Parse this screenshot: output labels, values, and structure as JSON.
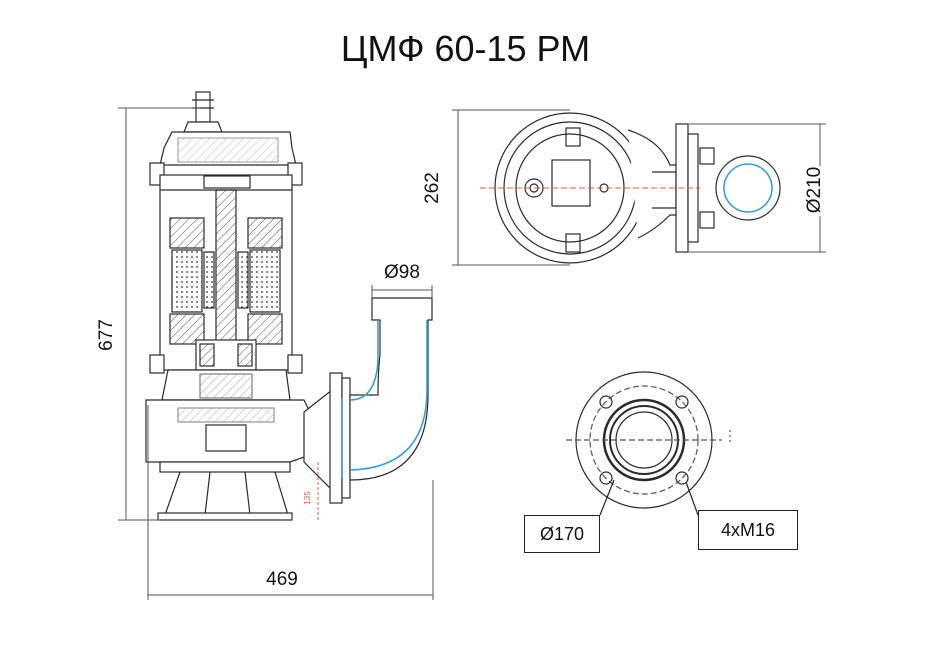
{
  "title": "ЦМФ 60-15 РМ",
  "dimensions": {
    "height": "677",
    "width": "469",
    "outlet_diameter": "Ø98",
    "top_view_depth": "262",
    "flange_outer": "Ø210",
    "bolt_circle": "Ø170",
    "bolts": "4xM16",
    "small_height": "135"
  },
  "colors": {
    "outline": "#2a2a2a",
    "water_path": "#3a9fd0",
    "dim_line": "#555555",
    "center_line": "#e05a3a"
  }
}
